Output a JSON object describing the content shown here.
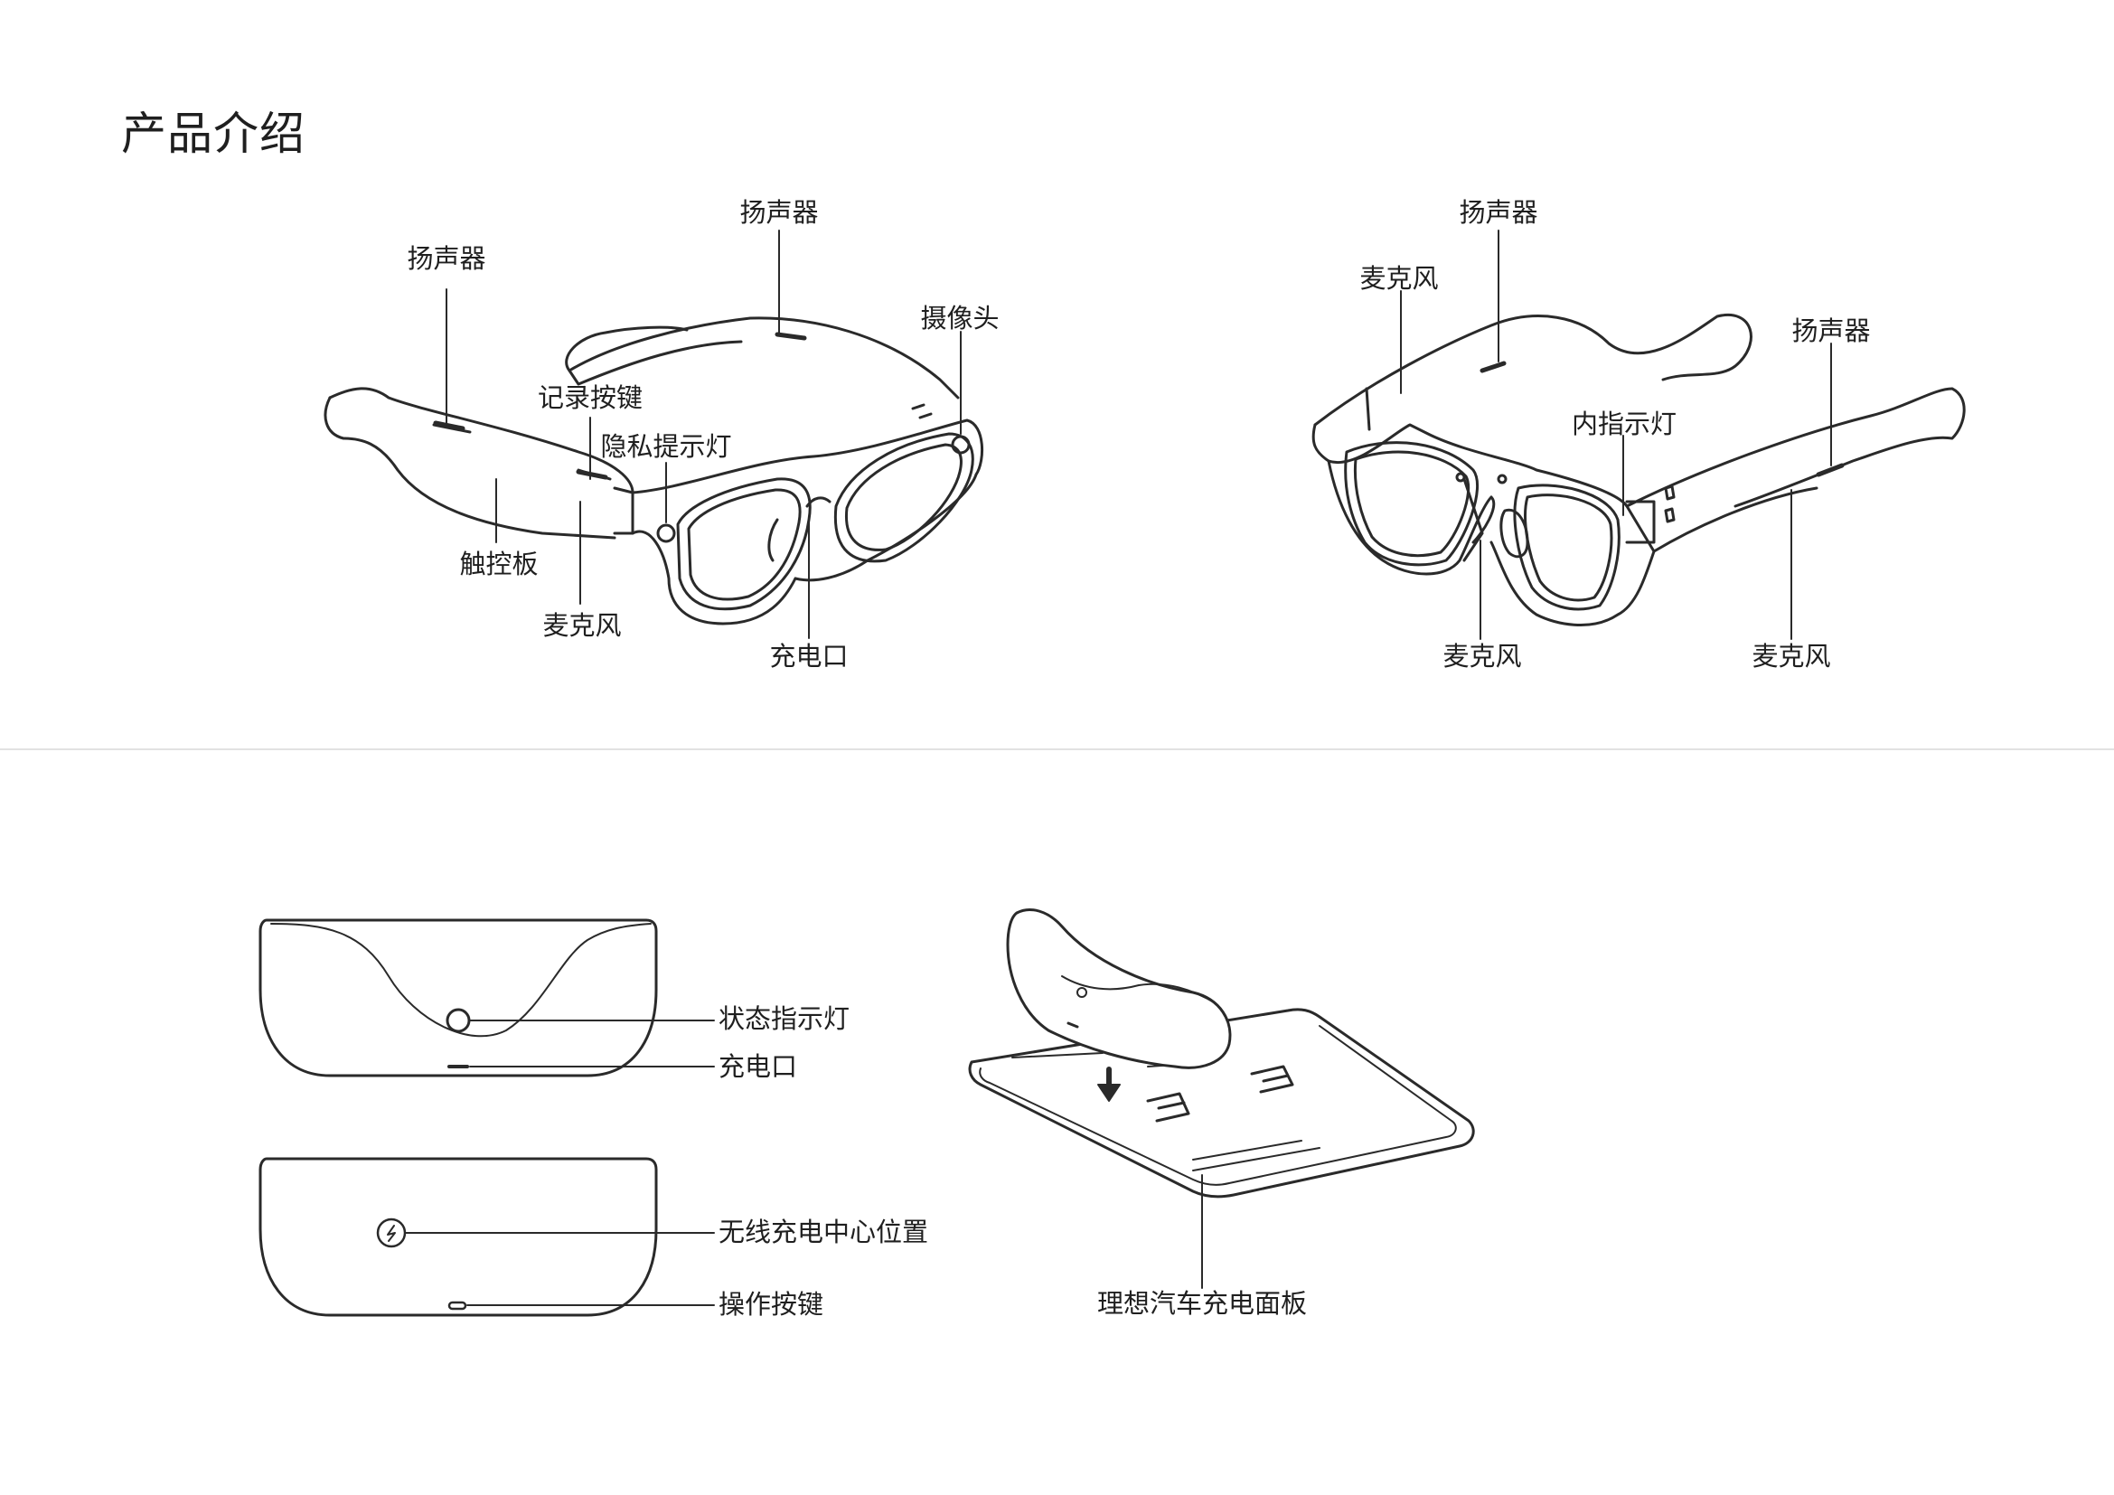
{
  "page": {
    "title": "产品介绍"
  },
  "glasses_front": {
    "labels": {
      "speaker_left": "扬声器",
      "speaker_top": "扬声器",
      "camera": "摄像头",
      "record_button": "记录按键",
      "privacy_light": "隐私提示灯",
      "touchpad": "触控板",
      "microphone": "麦克风",
      "charging_port": "充电口"
    }
  },
  "glasses_back": {
    "labels": {
      "speaker_top": "扬声器",
      "microphone_top": "麦克风",
      "speaker_right": "扬声器",
      "inner_indicator": "内指示灯",
      "microphone_bottom_left": "麦克风",
      "microphone_bottom_right": "麦克风"
    }
  },
  "case": {
    "labels": {
      "status_light": "状态指示灯",
      "charging_port": "充电口",
      "wireless_center": "无线充电中心位置",
      "operation_button": "操作按键",
      "car_panel": "理想汽车充电面板"
    }
  },
  "colors": {
    "line": "#2a2a2a",
    "divider": "#e2e2e2",
    "text": "#1f1f1f"
  }
}
